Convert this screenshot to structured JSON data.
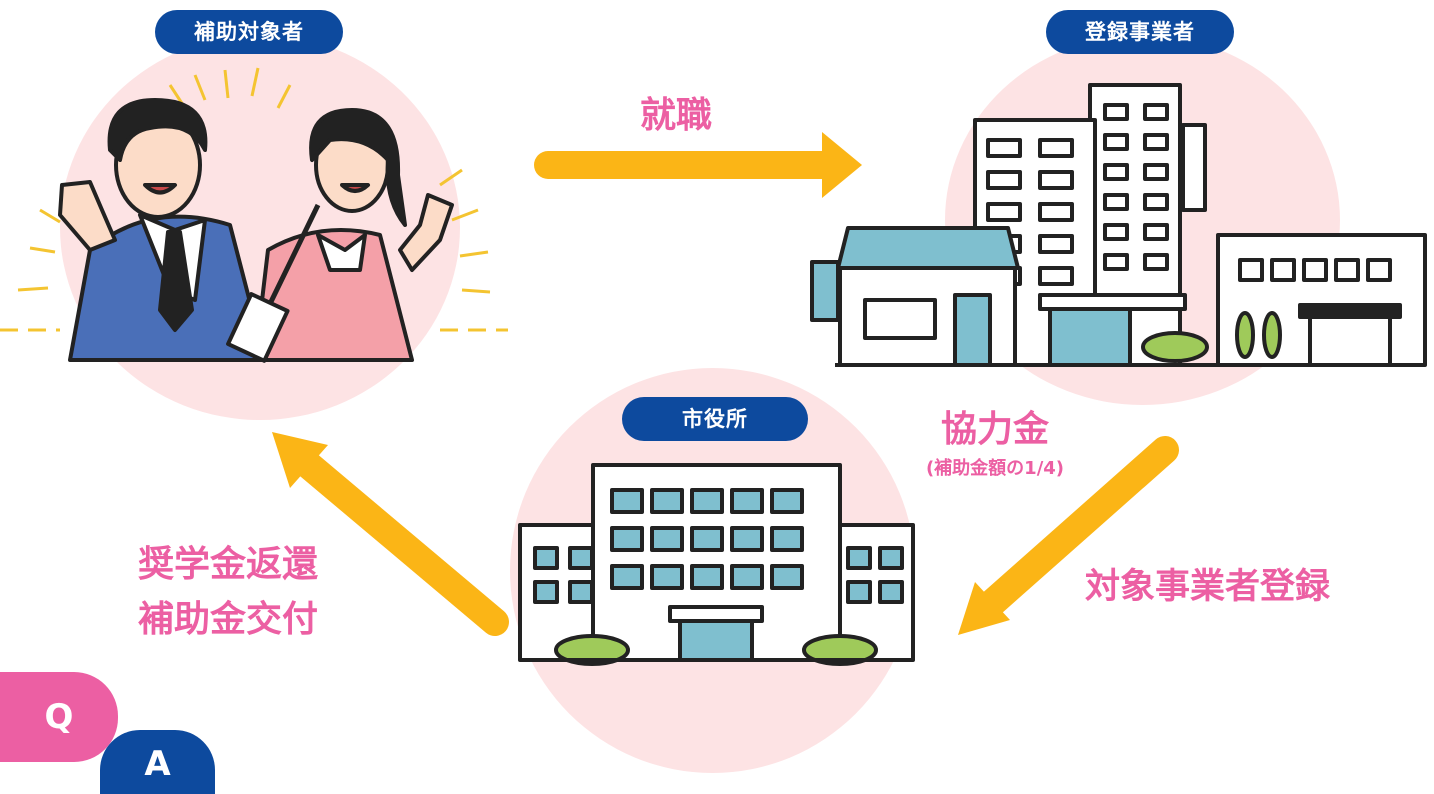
{
  "labels": {
    "subject": "補助対象者",
    "business": "登録事業者",
    "city": "市役所"
  },
  "flows": {
    "employment": "就職",
    "cooperation": "協力金",
    "cooperation_note": "(補助金額の1/4)",
    "registration": "対象事業者登録",
    "scholarship_line1": "奨学金返還",
    "scholarship_line2": "補助金交付"
  },
  "qa": {
    "q": "Q",
    "a": "A"
  },
  "colors": {
    "badge": "#0d4a9e",
    "accent_text": "#ec5fa3",
    "arrow": "#fbb516",
    "circle": "#fde3e4"
  }
}
